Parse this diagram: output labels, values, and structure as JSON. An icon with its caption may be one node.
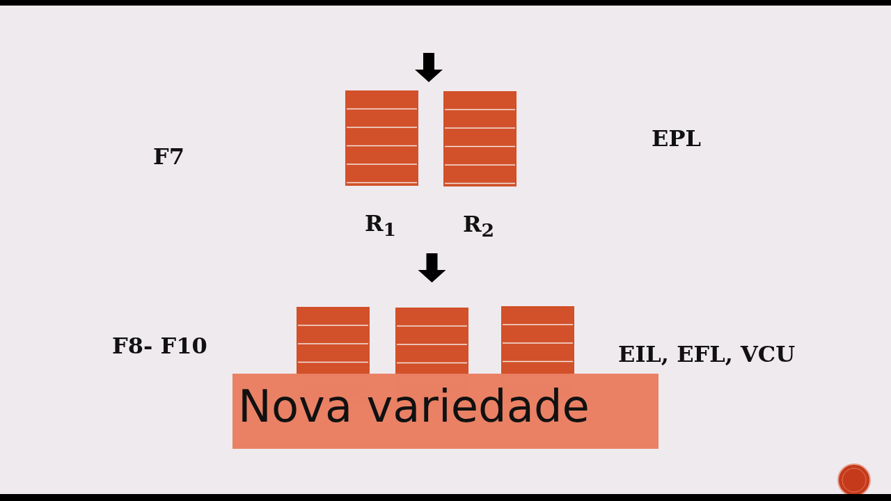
{
  "diagram": {
    "nodes": [
      {
        "text": [],
        "shape": "box",
        "beside": [
          "R$_{1}$"
        ]
      },
      {
        "text": [],
        "shape": "box",
        "beside": [
          "R$_{2}$"
        ]
      },
      {
        "text": [],
        "shape": "box"
      },
      {
        "text": [],
        "shape": "box"
      },
      {
        "text": [],
        "shape": "box"
      }
    ],
    "edges": [
      {
        "from": null,
        "to": 0,
        "arrow": "to"
      },
      {
        "from": 0,
        "to": 3,
        "arrow": "to"
      }
    ],
    "labels": [
      "F7",
      "EPL",
      "F8- F10",
      "EIL, EFL, VCU",
      "Nova variedade"
    ]
  }
}
